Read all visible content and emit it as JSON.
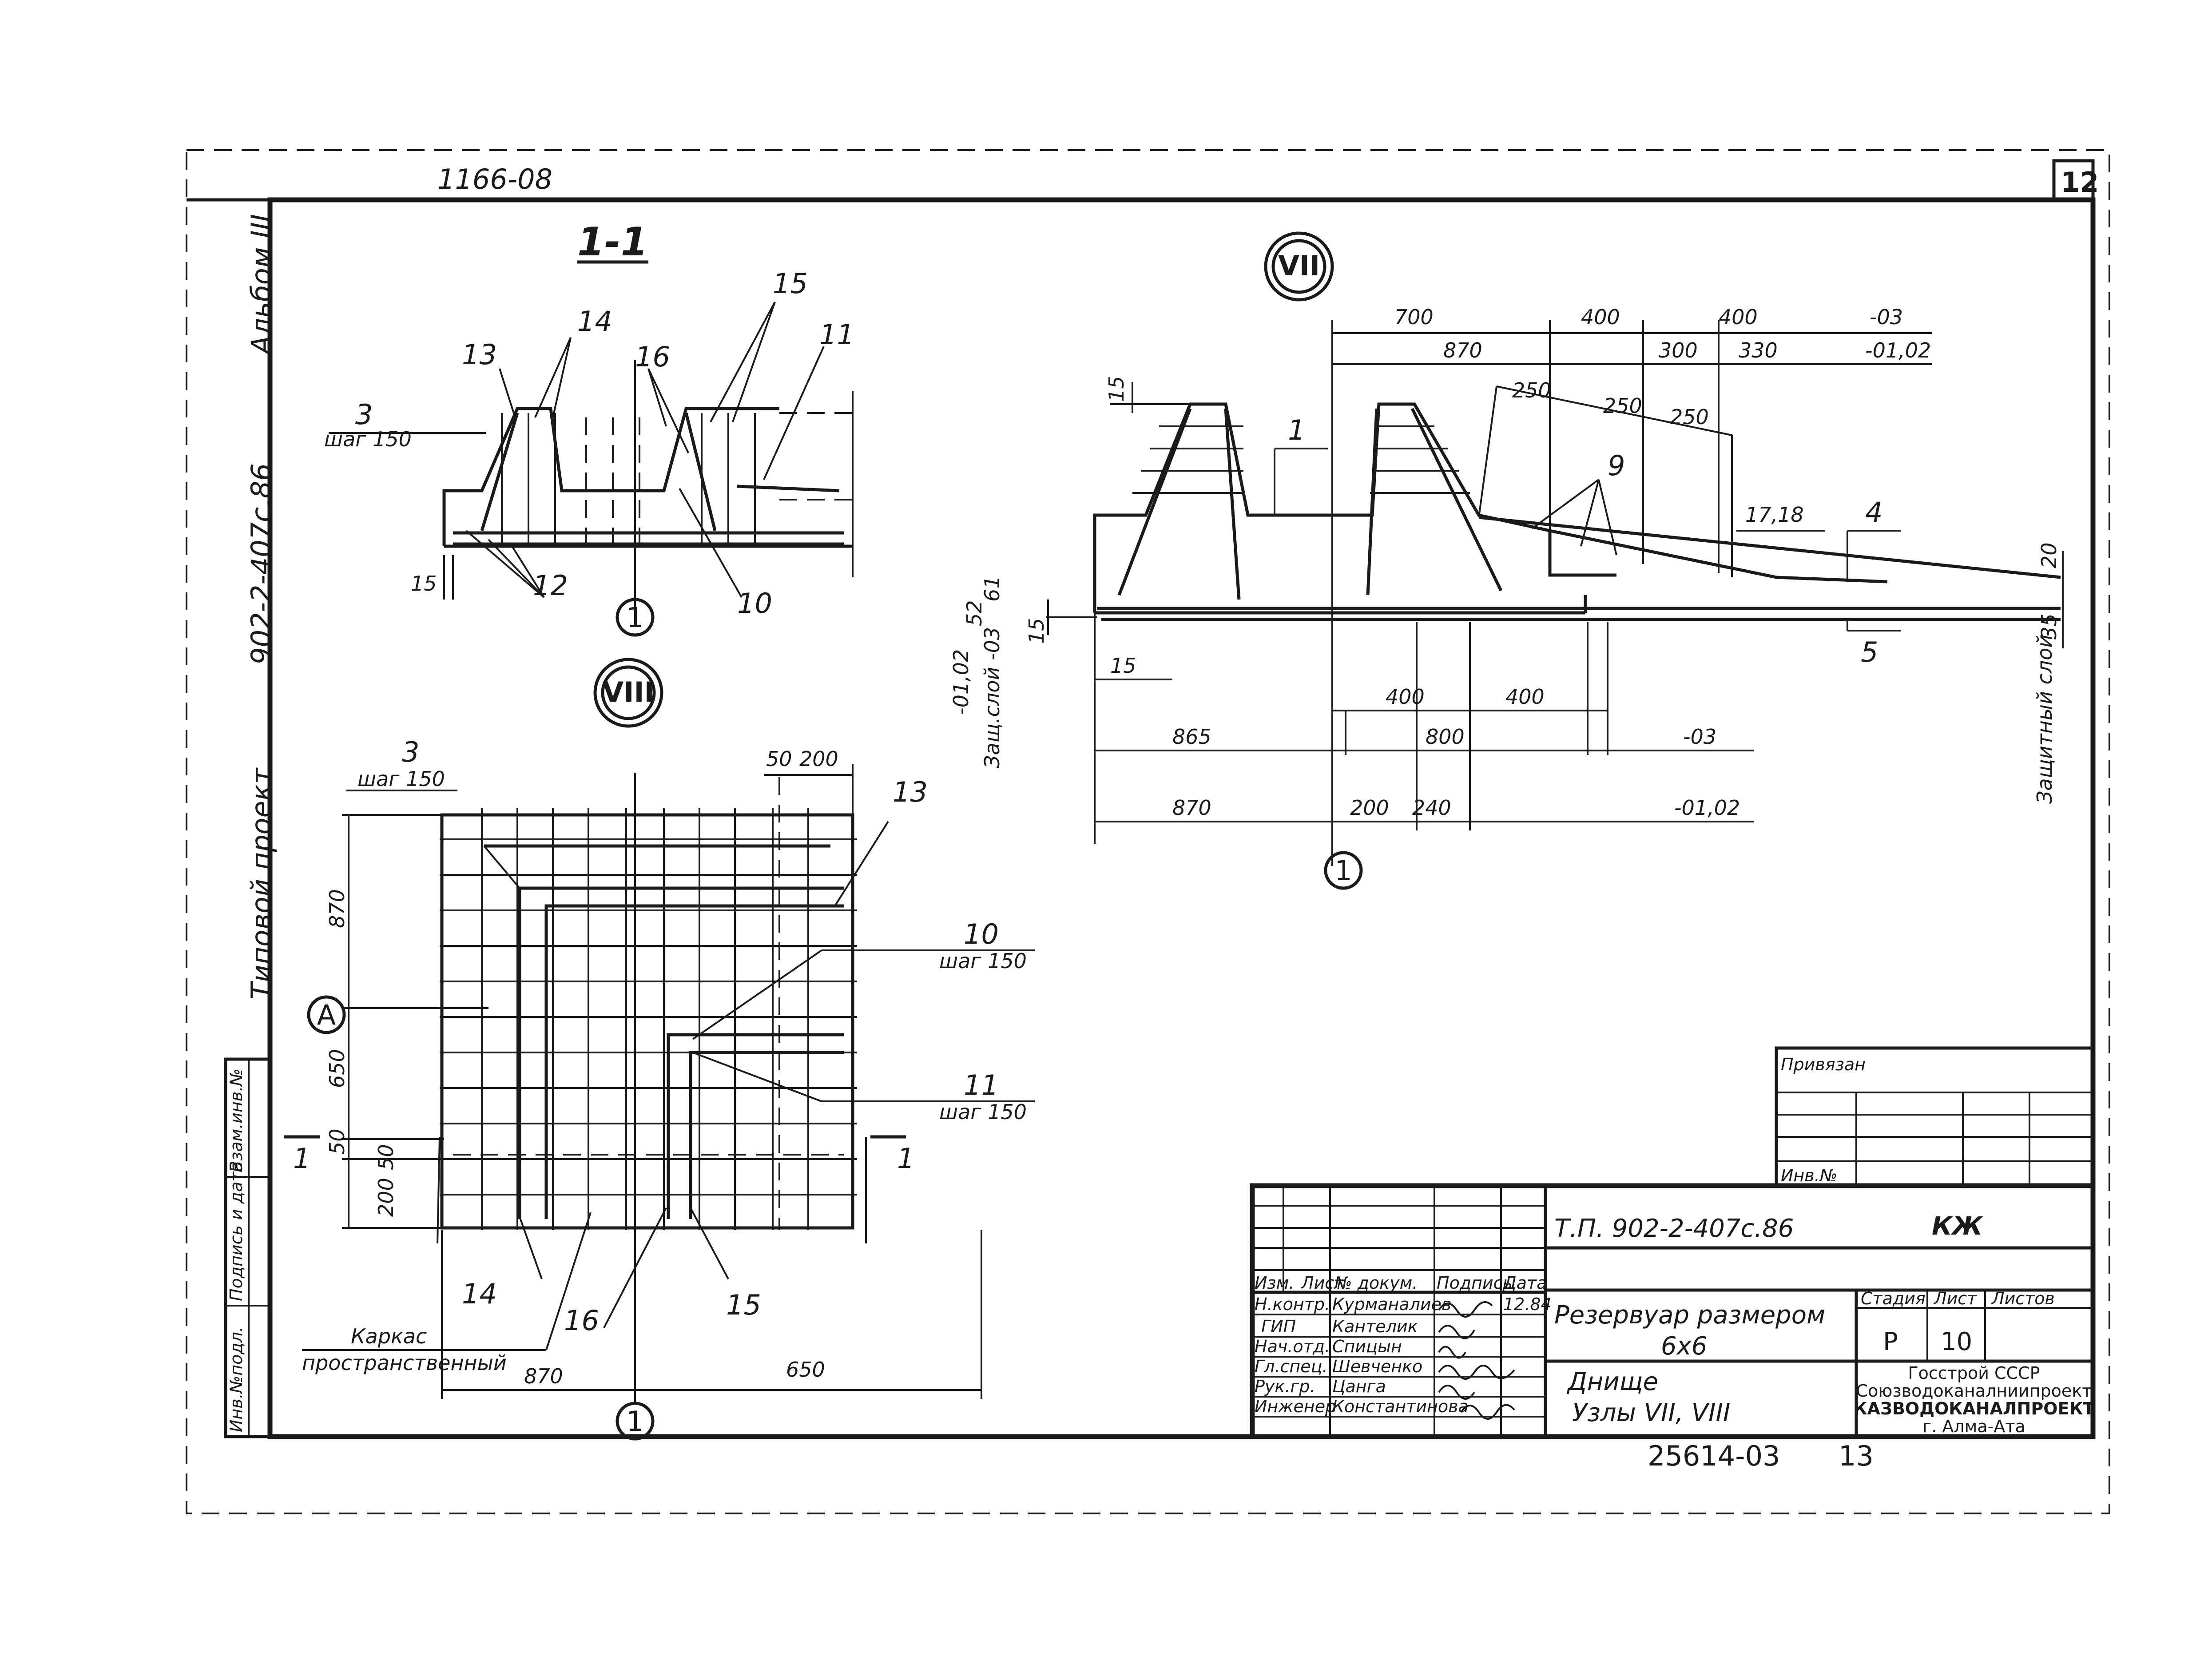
{
  "sheet": {
    "archive_no": "1166-08",
    "sheet_no": "12",
    "album": "Альбом III",
    "project_code_vertical": "902-2-407с.86",
    "typical_project": "Типовой проект",
    "bottom_number": "25614-03",
    "bottom_page": "13",
    "left_strip": [
      "Инв.№подл.",
      "Подпись и дата",
      "Взам.инв.№"
    ]
  },
  "section_1_1": {
    "title": "1-1",
    "callouts": [
      "13",
      "14",
      "15",
      "16",
      "11",
      "12",
      "10"
    ],
    "rebar_label": "3",
    "rebar_step": "шаг 150",
    "dim_15": "15",
    "axis": "1"
  },
  "node_vii": {
    "title": "VII",
    "top_dims": [
      "700",
      "400",
      "400",
      "-03"
    ],
    "second_dims": [
      "870",
      "300",
      "330",
      "-01,02"
    ],
    "slope_dims": [
      "250",
      "250",
      "250"
    ],
    "callouts": [
      "1",
      "9",
      "17,18",
      "4",
      "5"
    ],
    "left_vert": [
      "15",
      "61",
      "52",
      "15"
    ],
    "left_text_1": "-01,02",
    "left_text_2": "Защ.слой -03",
    "right_dims": [
      "20",
      "35"
    ],
    "right_text": "Защитный слой",
    "bottom_dim_15": "15",
    "bottom_dims_1": [
      "400",
      "400"
    ],
    "bottom_dims_2": [
      "865",
      "800",
      "-03"
    ],
    "bottom_dims_3": [
      "870",
      "200",
      "240",
      "-01,02"
    ],
    "axis": "1"
  },
  "node_viii": {
    "title": "VIII",
    "rebar_label": "3",
    "rebar_step": "шаг 150",
    "top_dims": [
      "50",
      "200"
    ],
    "left_dims": [
      "870",
      "650",
      "50",
      "50",
      "200"
    ],
    "axis_a": "А",
    "callouts": [
      "13",
      "10",
      "11",
      "14",
      "16",
      "15"
    ],
    "step_10": "шаг 150",
    "step_11": "шаг 150",
    "cut_left": "1",
    "cut_right": "1",
    "frame_note_1": "Каркас",
    "frame_note_2": "пространственный",
    "bottom_dims": [
      "870",
      "650"
    ],
    "axis": "1"
  },
  "binding_table": {
    "header": "Привязан",
    "inv": "Инв.№"
  },
  "title_block": {
    "code": "Т.П. 902-2-407с.86",
    "mark": "КЖ",
    "name_1": "Резервуар размером",
    "name_2": "6х6",
    "sub_1": "Днище",
    "sub_2": "Узлы VII, VIII",
    "stage_h": "Стадия",
    "sheet_h": "Лист",
    "sheets_h": "Листов",
    "stage": "Р",
    "sheet": "10",
    "org_1": "Госстрой СССР",
    "org_2": "Союзводоканалниипроект",
    "org_3": "КАЗВОДОКАНАЛПРОЕКТ",
    "org_4": "г. Алма-Ата",
    "col_headers": [
      "Изм.",
      "Лист",
      "№ докум.",
      "Подпись",
      "Дата"
    ],
    "roles": [
      {
        "role": "Н.контр.",
        "name": "Курманалиев",
        "date": "12.84"
      },
      {
        "role": "ГИП",
        "name": "Кантелик",
        "date": ""
      },
      {
        "role": "Нач.отд.",
        "name": "Спицын",
        "date": ""
      },
      {
        "role": "Гл.спец.",
        "name": "Шевченко",
        "date": ""
      },
      {
        "role": "Рук.гр.",
        "name": "Цанга",
        "date": ""
      },
      {
        "role": "Инженер",
        "name": "Константинова",
        "date": ""
      }
    ]
  }
}
